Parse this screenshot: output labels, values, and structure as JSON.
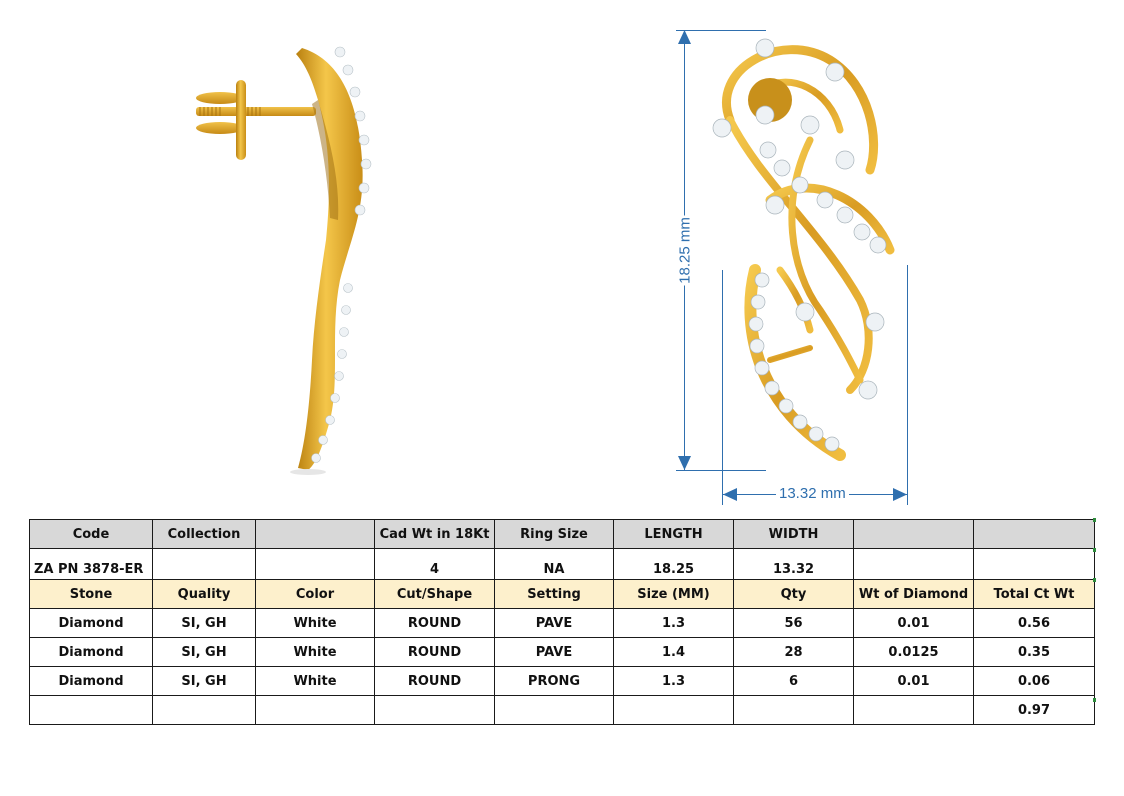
{
  "product_images": {
    "side_view": {
      "label": "earring-side-view",
      "metal_color": "#e2a92a"
    },
    "front_view": {
      "label": "earring-front-view",
      "metal_color": "#e2a92a",
      "stone_color": "#eef2f5"
    }
  },
  "dimensions": {
    "length_label": "18.25 mm",
    "width_label": "13.32 mm",
    "line_color": "#2f6fae"
  },
  "spec_table": {
    "header_row": [
      "Code",
      "Collection",
      "",
      "Cad Wt in 18Kt",
      "Ring Size",
      "LENGTH",
      "WIDTH",
      "",
      ""
    ],
    "info_row": [
      "ZA PN 3878-ER",
      "",
      "",
      "4",
      "NA",
      "18.25",
      "13.32",
      "",
      ""
    ],
    "stone_header": [
      "Stone",
      "Quality",
      "Color",
      "Cut/Shape",
      "Setting",
      "Size (MM)",
      "Qty",
      "Wt of Diamond",
      "Total Ct Wt"
    ],
    "stone_rows": [
      [
        "Diamond",
        "SI, GH",
        "White",
        "ROUND",
        "PAVE",
        "1.3",
        "56",
        "0.01",
        "0.56"
      ],
      [
        "Diamond",
        "SI, GH",
        "White",
        "ROUND",
        "PAVE",
        "1.4",
        "28",
        "0.0125",
        "0.35"
      ],
      [
        "Diamond",
        "SI, GH",
        "White",
        "ROUND",
        "PRONG",
        "1.3",
        "6",
        "0.01",
        "0.06"
      ]
    ],
    "total_row": [
      "",
      "",
      "",
      "",
      "",
      "",
      "",
      "",
      "0.97"
    ],
    "colors": {
      "header_gray": "#d8d8d8",
      "header_cream": "#fdf0cc",
      "border": "#1a1a1a"
    }
  }
}
